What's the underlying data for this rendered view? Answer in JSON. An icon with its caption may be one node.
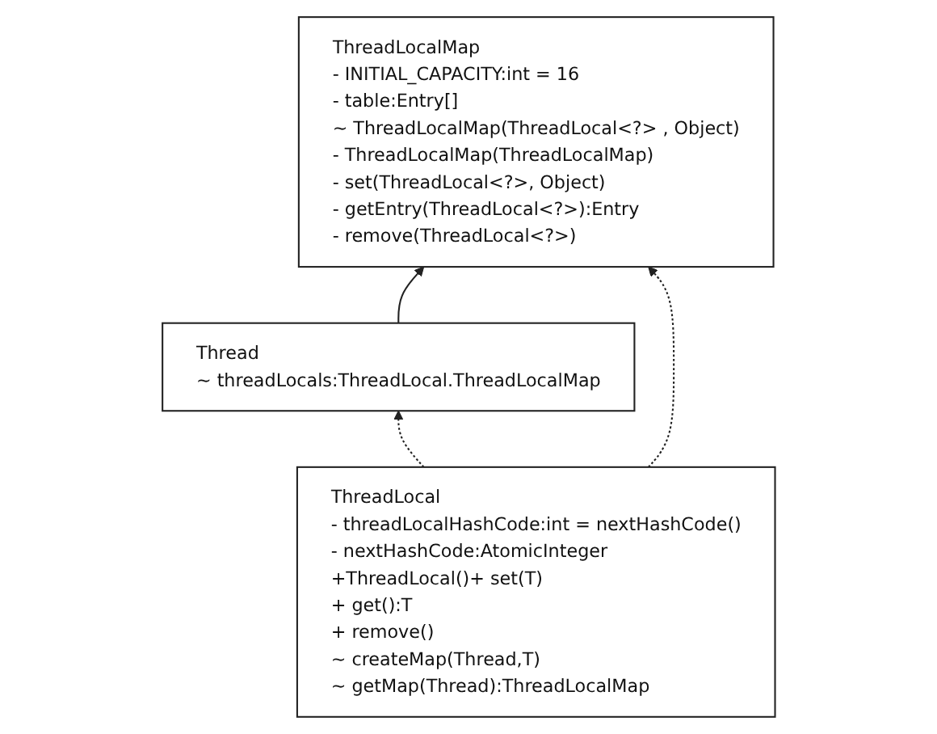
{
  "diagram": {
    "nodes": [
      {
        "text": [
          "Thread",
          "~ threadLocals:ThreadLocal.ThreadLocalMap"
        ]
      },
      {
        "text": [
          "ThreadLocalMap",
          "- INITIAL_CAPACITY:int = 16",
          "- table:Entry[]",
          "~ ThreadLocalMap(ThreadLocal<?> , Object)",
          "- ThreadLocalMap(ThreadLocalMap)",
          "- set(ThreadLocal<?>, Object)",
          "- getEntry(ThreadLocal<?>):Entry",
          "- remove(ThreadLocal<?>)"
        ]
      },
      {
        "text": [
          "ThreadLocal",
          "- threadLocalHashCode:int = nextHashCode()",
          "- nextHashCode:AtomicInteger",
          "+ThreadLocal()+ set(T)",
          "+ get():T",
          "+ remove()",
          "~ createMap(Thread,T)",
          "~ getMap(Thread):ThreadLocalMap"
        ]
      }
    ],
    "edges": [
      {
        "from": 0,
        "to": 1,
        "arrow": "to"
      },
      {
        "from": 2,
        "to": 0,
        "arrow": "to",
        "style": "dashed"
      },
      {
        "from": 2,
        "to": 1,
        "arrow": "to",
        "style": "dashed"
      }
    ]
  }
}
